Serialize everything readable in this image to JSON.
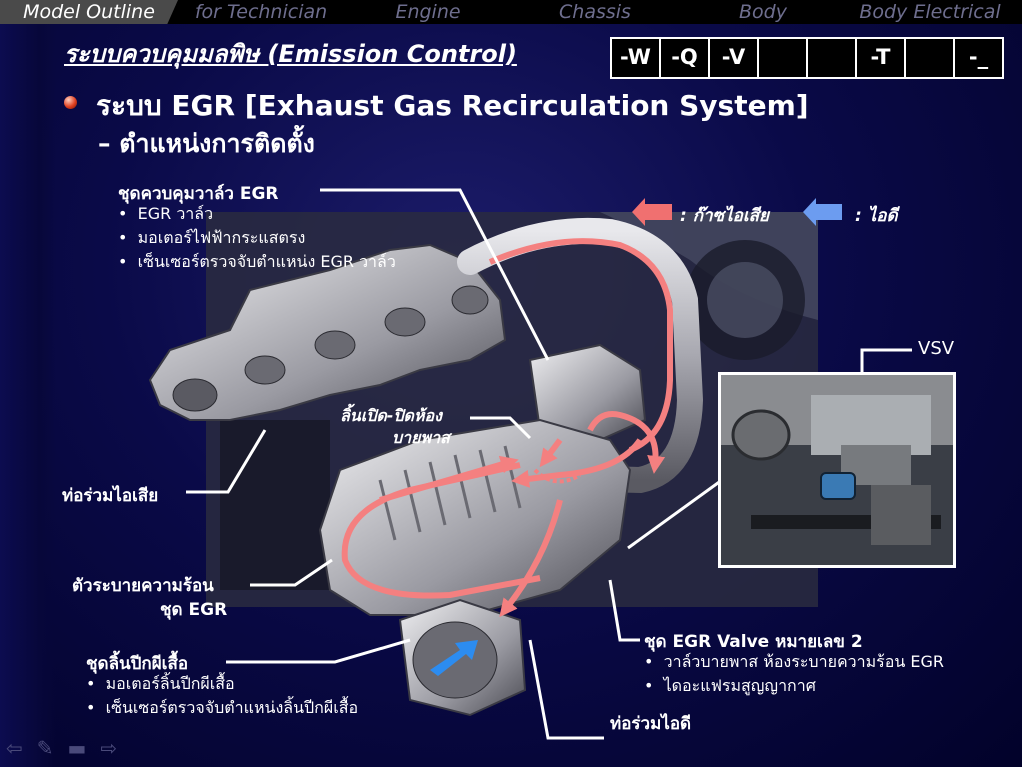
{
  "nav": {
    "tabs": [
      {
        "label": "Model Outline"
      },
      {
        "label": "for Technician"
      },
      {
        "label": "Engine"
      },
      {
        "label": "Chassis"
      },
      {
        "label": "Body"
      },
      {
        "label": "Body Electrical"
      }
    ]
  },
  "header": {
    "system_title": "ระบบควบคุมมลพิษ (Emission Control)",
    "codes": [
      "-W",
      "-Q",
      "-V",
      "",
      "",
      "-T",
      "",
      "-_"
    ]
  },
  "content": {
    "heading": "ระบบ EGR [Exhaust Gas Recirculation System]",
    "subheading": "– ตำแหน่งการติดตั้ง"
  },
  "legend": {
    "exhaust_label": ": ก๊าซไอเสีย",
    "intake_label": ": ไอดี",
    "exhaust_color": "#f08080",
    "intake_color": "#6c9cf0"
  },
  "labels": {
    "egr_valve_assy": {
      "title": "ชุดควบคุมวาล์ว EGR",
      "items": [
        "EGR วาล์ว",
        "มอเตอร์ไฟฟ้ากระแสตรง",
        "เซ็นเซอร์ตรวจจับตำแหน่ง EGR วาล์ว"
      ]
    },
    "vsv": "VSV",
    "bypass_valve": [
      "ลิ้นเปิด-ปิดห้อง",
      "บายพาส"
    ],
    "exhaust_manifold": "ท่อร่วมไอเสีย",
    "egr_cooler": [
      "ตัวระบายความร้อน",
      "ชุด EGR"
    ],
    "throttle_assy": {
      "title": "ชุดลิ้นปีกผีเสื้อ",
      "items": [
        "มอเตอร์ลิ้นปีกผีเสื้อ",
        "เซ็นเซอร์ตรวจจับตำแหน่งลิ้นปีกผีเสื้อ"
      ]
    },
    "egr_valve_no2": {
      "title": "ชุด EGR Valve หมายเลข 2",
      "items": [
        "วาล์วบายพาส ห้องระบายความร้อน EGR",
        "ไดอะแฟรมสูญญากาศ"
      ]
    },
    "intake_manifold": "ท่อร่วมไอดี"
  },
  "footer_icons": [
    "arrow-left-icon",
    "pencil-icon",
    "menu-icon",
    "arrow-right-icon"
  ]
}
